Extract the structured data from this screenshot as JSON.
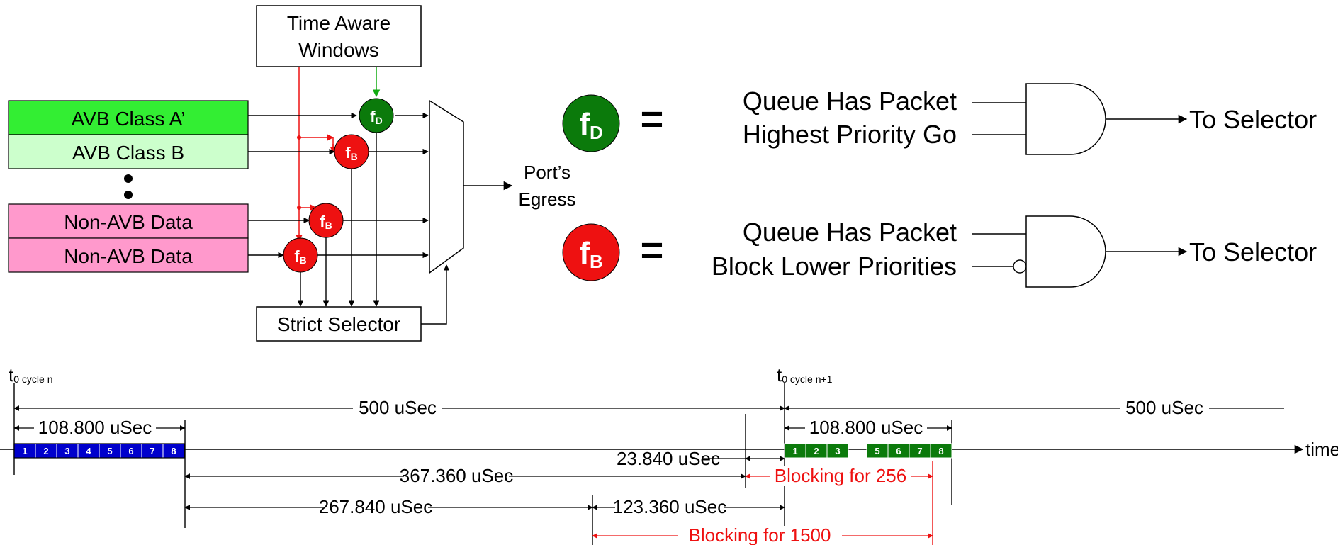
{
  "time_windows_label": [
    "Time Aware",
    "Windows"
  ],
  "queues": {
    "avb_a": "AVB Class A’",
    "avb_b": "AVB Class B",
    "non_avb_1": "Non-AVB Data",
    "non_avb_2": "Non-AVB Data"
  },
  "gate_letter": "f",
  "gate_sub_d": "D",
  "gate_sub_b": "B",
  "strict_selector": "Strict Selector",
  "egress": [
    "Port’s",
    "Egress"
  ],
  "equals": "=",
  "legend_d": {
    "line1": "Queue Has Packet",
    "line2": "Highest Priority Go",
    "output": "To Selector"
  },
  "legend_b": {
    "line1": "Queue Has Packet",
    "line2": "Block Lower Priorities",
    "output": "To Selector"
  },
  "timeline": {
    "t0_main": "t",
    "t0_sub": "0 cycle n",
    "t1_main": "t",
    "t1_sub": "0 cycle n+1",
    "axis_label": "time",
    "cycle_500_left": "500 uSec",
    "cycle_500_right": "500 uSec",
    "burst_left": "108.800 uSec",
    "burst_right": "108.800 uSec",
    "gap_23": "23.840 uSec",
    "gap_367": "367.360 uSec",
    "gap_267": "267.840 uSec",
    "gap_123": "123.360 uSec",
    "blocking_256": "Blocking for 256",
    "blocking_1500": "Blocking for 1500",
    "blue_slots": [
      "1",
      "2",
      "3",
      "4",
      "5",
      "6",
      "7",
      "8"
    ],
    "green_slots_a": [
      "1",
      "2",
      "3"
    ],
    "green_slots_b": [
      "5",
      "6",
      "7",
      "8"
    ]
  },
  "colors": {
    "avb_a_fill": "#33ee33",
    "avb_b_fill": "#ccffcc",
    "non_avb_fill": "#ff99cc",
    "gate_d": "#0b7a0b",
    "gate_b": "#ee1111",
    "blue_frame": "#0000cc",
    "green_frame": "#0b7a0b",
    "red_line": "#ee1111",
    "green_line": "#11aa11"
  }
}
